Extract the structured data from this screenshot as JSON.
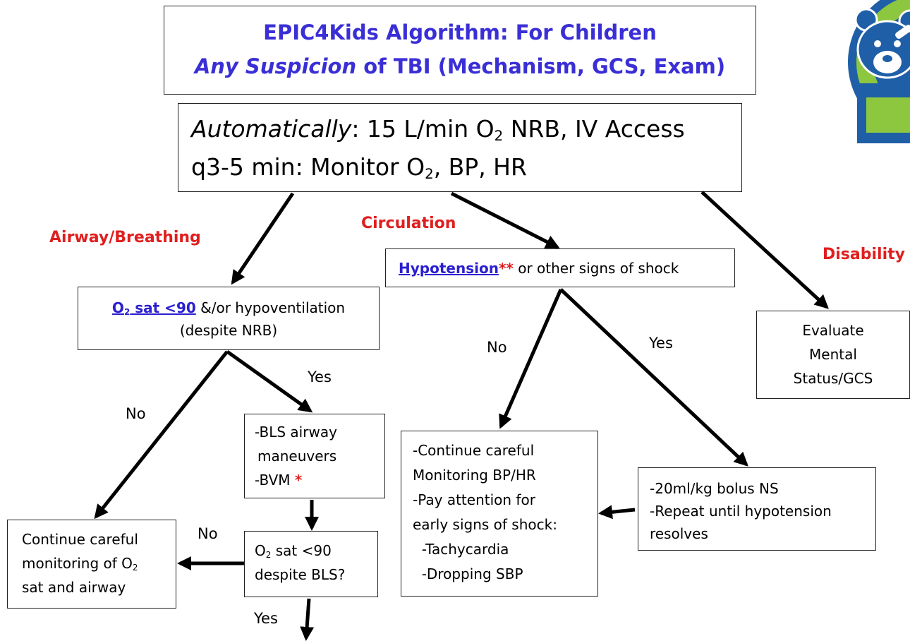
{
  "title": {
    "line1": "EPIC4Kids Algorithm:  For Children",
    "line2_em": "Any Suspicion",
    "line2_rest": " of TBI (Mechanism, GCS, Exam)"
  },
  "auto_box": {
    "line1_em": "Automatically",
    "line1_a": ": 15 L/min O",
    "line1_sub": "2",
    "line1_b": " NRB, IV Access",
    "line2_a": "q3-5 min: Monitor O",
    "line2_sub": "2",
    "line2_b": ", BP, HR"
  },
  "categories": {
    "airway": "Airway/Breathing",
    "circulation": "Circulation",
    "disability": "Disability"
  },
  "o2_box": {
    "link_a": "O",
    "link_sub": "2",
    "link_b": " sat <90",
    "rest": " &/or hypoventilation",
    "line2": "(despite NRB)"
  },
  "hypo_box": {
    "link": "Hypotension",
    "stars": "**",
    "rest": " or other signs of shock"
  },
  "eval_box": {
    "l1": "Evaluate",
    "l2": "Mental",
    "l3": "Status/GCS"
  },
  "bls_box": {
    "l1": "-BLS airway",
    "l2": "maneuvers",
    "l3": "-BVM ",
    "star": "*"
  },
  "cont_mon_box": {
    "l1": "-Continue careful",
    "l2": "Monitoring BP/HR",
    "l3": "-Pay attention for",
    "l4": "early signs of shock:",
    "l5": "  -Tachycardia",
    "l6": "  -Dropping SBP"
  },
  "bolus_box": {
    "l1": "-20ml/kg bolus NS",
    "l2": "-Repeat until hypotension",
    "l3": "resolves"
  },
  "o2bls_box": {
    "l1_a": "O",
    "l1_sub": "2",
    "l1_b": " sat <90",
    "l2": "despite BLS?"
  },
  "cont_care_box": {
    "l1": "Continue careful",
    "l2_a": "monitoring of O",
    "l2_sub": "2",
    "l3": "sat and airway"
  },
  "edge_labels": {
    "yes_airway": "Yes",
    "no_airway": "No",
    "no_circ": "No",
    "yes_circ": "Yes",
    "no_bls": "No",
    "yes_bls": "Yes"
  },
  "colors": {
    "title_blue": "#3a2fd6",
    "category_red": "#e01e1e",
    "logo_green": "#8dc63f",
    "logo_blue": "#1f5fa8"
  }
}
